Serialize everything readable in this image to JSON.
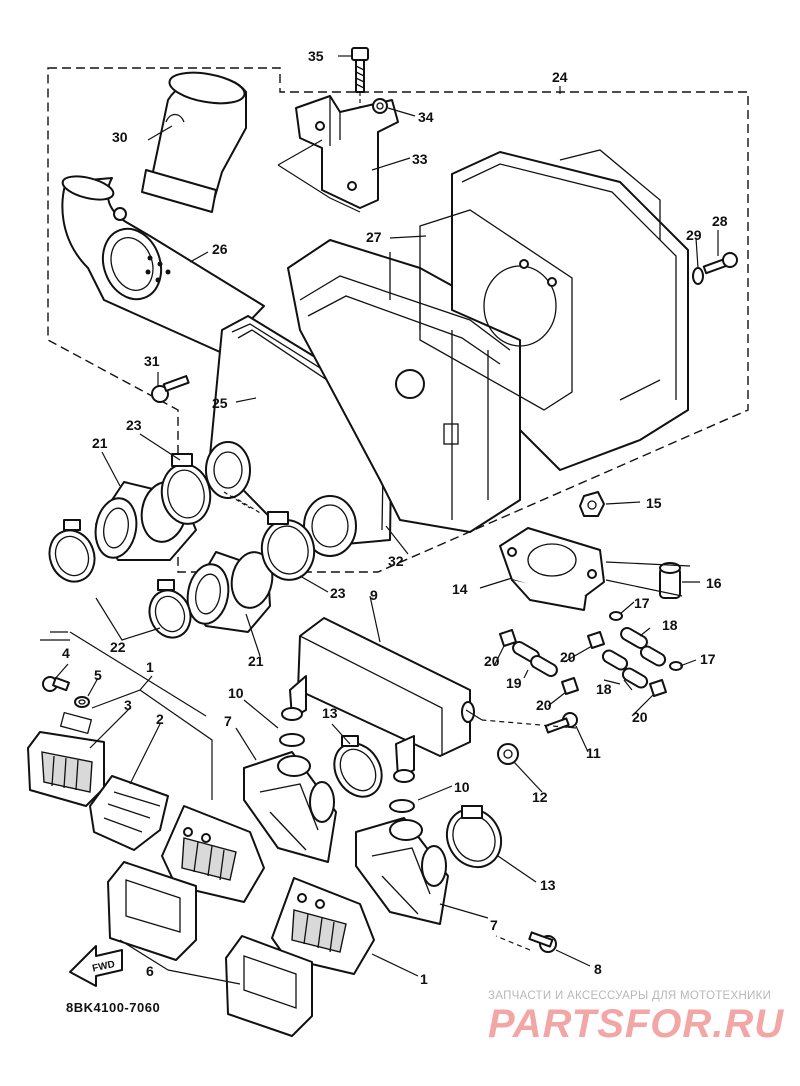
{
  "callouts": {
    "c1a": "1",
    "c1b": "1",
    "c2": "2",
    "c3": "3",
    "c4": "4",
    "c5": "5",
    "c6": "6",
    "c7a": "7",
    "c7b": "7",
    "c8": "8",
    "c9": "9",
    "c10a": "10",
    "c10b": "10",
    "c11": "11",
    "c12": "12",
    "c13a": "13",
    "c13b": "13",
    "c14": "14",
    "c15": "15",
    "c16": "16",
    "c17a": "17",
    "c17b": "17",
    "c18a": "18",
    "c18b": "18",
    "c19": "19",
    "c20a": "20",
    "c20b": "20",
    "c20c": "20",
    "c20d": "20",
    "c21a": "21",
    "c21b": "21",
    "c22": "22",
    "c23a": "23",
    "c23b": "23",
    "c24": "24",
    "c25": "25",
    "c26": "26",
    "c27": "27",
    "c28": "28",
    "c29": "29",
    "c30": "30",
    "c31": "31",
    "c32": "32",
    "c33": "33",
    "c34": "34",
    "c35": "35"
  },
  "fwd_label": "FWD",
  "catalog_number": "8BK4100-7060",
  "watermark": {
    "tagline": "ЗАПЧАСТИ И АКСЕССУАРЫ ДЛЯ МОТОТЕХНИКИ",
    "logo": "PARTSFOR.RU"
  }
}
